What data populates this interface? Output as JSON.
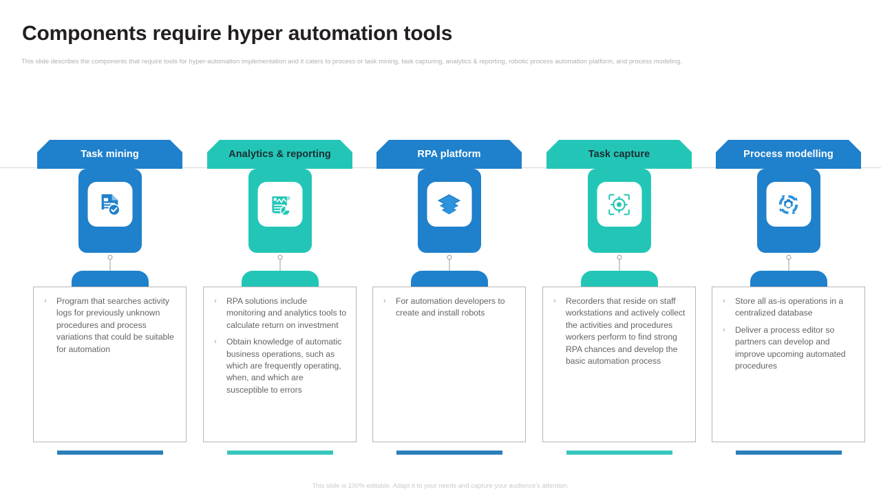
{
  "slide": {
    "title": "Components require hyper automation tools",
    "subtitle": "This slide describes the components that require tools for hyper-automation implementation  and it caters to process or task mining,  task capturing, analytics & reporting, robotic process automation platform, and process modeling.",
    "footer": "This slide is 100% editable.  Adapt it to your needs and capture your audience's attention."
  },
  "colors": {
    "blue": "#1f80cb",
    "blue_dark": "#2a7fb8",
    "teal": "#23c6b6",
    "teal_bar": "#35c6bd",
    "title_text": "#231f20",
    "body_text": "#636363",
    "muted_text": "#b0b0b0",
    "box_border": "#b6b6b6"
  },
  "columns": [
    {
      "id": "task-mining",
      "label": "Task mining",
      "theme": "blue",
      "label_tone": "light",
      "icon": "document-check-icon",
      "bullets": [
        "Program that searches activity logs for previously unknown procedures and process variations that could be suitable for automation"
      ]
    },
    {
      "id": "analytics-reporting",
      "label": "Analytics & reporting",
      "theme": "teal",
      "label_tone": "dark",
      "icon": "report-chart-icon",
      "bullets": [
        "RPA solutions include monitoring and analytics tools to calculate return on investment",
        "Obtain knowledge of automatic business operations, such as which are frequently operating, when, and which are susceptible to errors"
      ]
    },
    {
      "id": "rpa-platform",
      "label": "RPA platform",
      "theme": "blue",
      "label_tone": "light",
      "icon": "layers-stack-icon",
      "bullets": [
        "For automation developers to create and install robots"
      ]
    },
    {
      "id": "task-capture",
      "label": "Task capture",
      "theme": "teal",
      "label_tone": "dark",
      "icon": "target-capture-icon",
      "bullets": [
        "Recorders that reside on staff workstations and actively collect the activities and procedures workers perform to find strong RPA chances and develop the basic automation process"
      ]
    },
    {
      "id": "process-modelling",
      "label": "Process modelling",
      "theme": "blue",
      "label_tone": "light",
      "icon": "gear-refresh-icon",
      "bullets": [
        "Store all as-is operations in a centralized database",
        "Deliver a process editor so partners can develop and improve upcoming automated procedures"
      ]
    }
  ]
}
